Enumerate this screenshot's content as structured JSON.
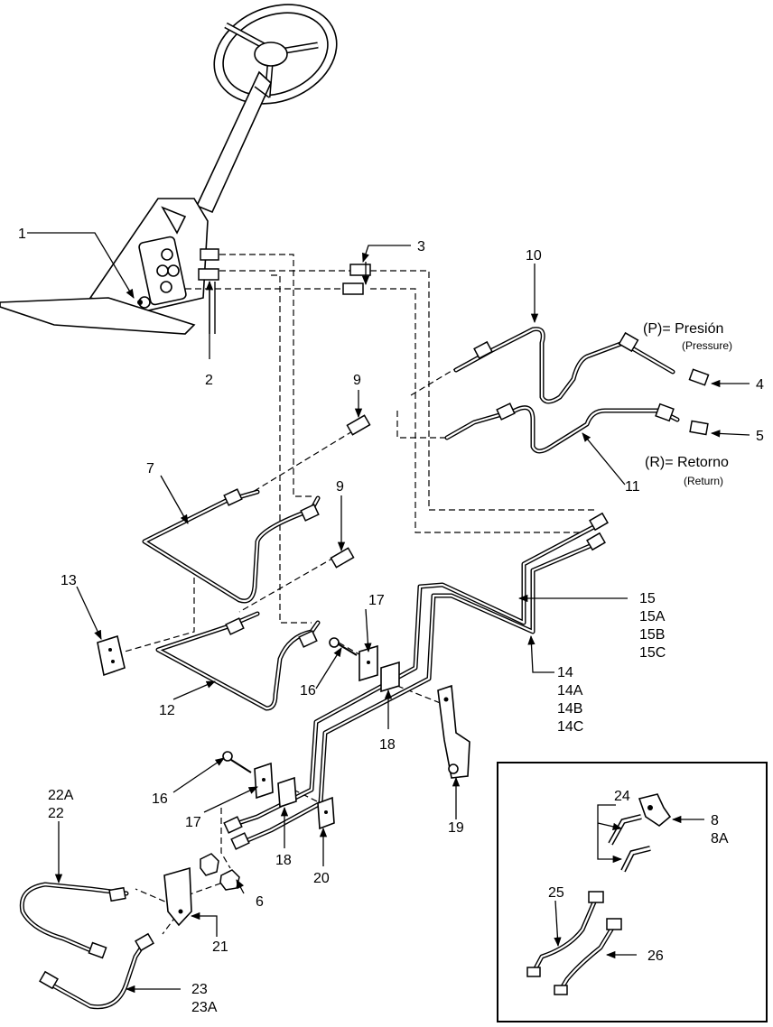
{
  "labels": {
    "l1": "1",
    "l2": "2",
    "l3": "3",
    "l4": "4",
    "l5": "5",
    "l6": "6",
    "l7": "7",
    "l8": "8",
    "l8a": "8A",
    "l9a": "9",
    "l9b": "9",
    "l10": "10",
    "l11": "11",
    "l12": "12",
    "l13": "13",
    "l14": "14",
    "l14a": "14A",
    "l14b": "14B",
    "l14c": "14C",
    "l15": "15",
    "l15a": "15A",
    "l15b": "15B",
    "l15c": "15C",
    "l16a": "16",
    "l16b": "16",
    "l17a": "17",
    "l17b": "17",
    "l18a": "18",
    "l18b": "18",
    "l19": "19",
    "l20": "20",
    "l21": "21",
    "l22": "22",
    "l22a": "22A",
    "l23": "23",
    "l23a": "23A",
    "l24": "24",
    "l25": "25",
    "l26": "26"
  },
  "legend": {
    "pressure": "(P)= Presión",
    "pressure_en": "(Pressure)",
    "return": "(R)= Retorno",
    "return_en": "(Return)"
  }
}
